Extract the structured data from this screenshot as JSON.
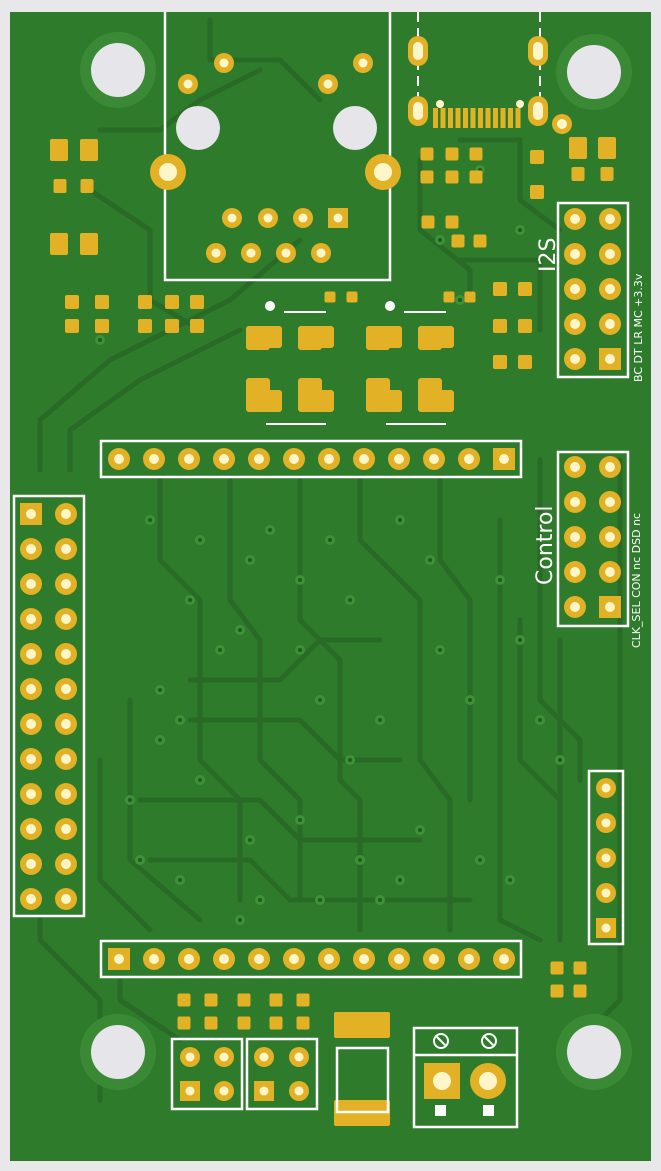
{
  "board": {
    "colors": {
      "pcb": "#2f7b2c",
      "pcb_edge": "#e8e8ea",
      "trace": "#2a6f27",
      "pad": "#e3b126",
      "pad_hole": "#fdf6c8",
      "silkscreen": "#ffffff",
      "mount_hole": "#e6e6ea"
    },
    "labels": {
      "i2s_title": "I2S",
      "i2s_pins": "BC  DT  LR  MC  +3.3v",
      "control_title": "Control",
      "control_pins": "CLK_SEL CON nc DSD nc"
    },
    "icons": {
      "trimmer_a": "trimmer-pot-icon",
      "trimmer_b": "trimmer-pot-icon"
    }
  }
}
